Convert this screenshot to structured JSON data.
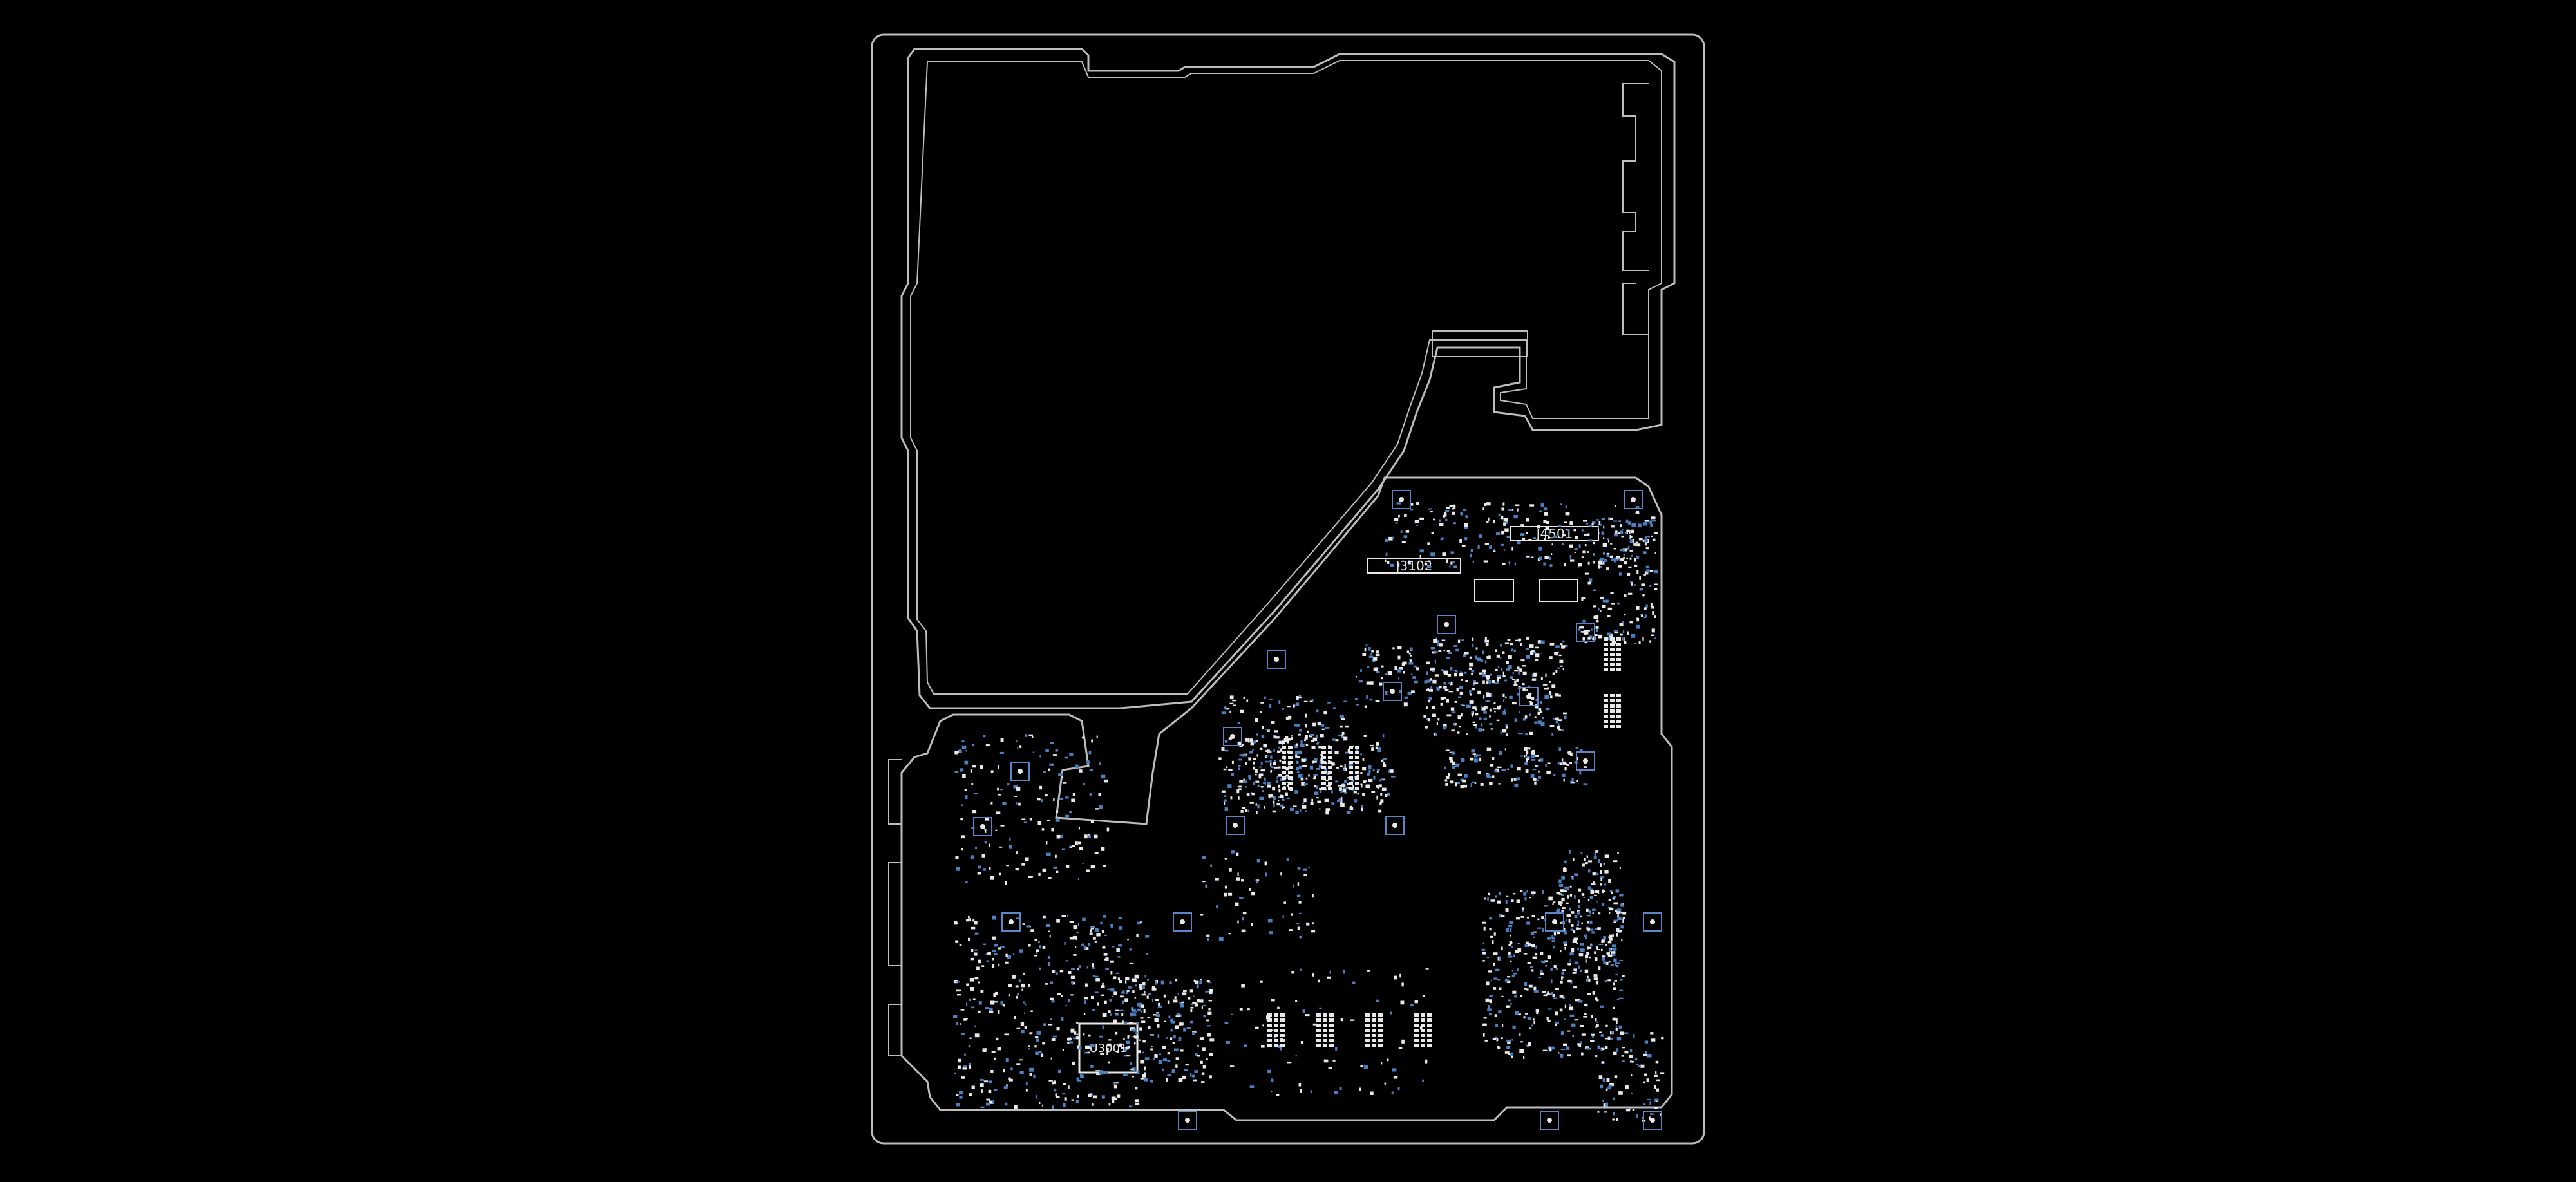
{
  "colors": {
    "background": "#000000",
    "outline": "#bdbdbd",
    "pad_white": "#e8e8e8",
    "pad_blue": "#4a7fc0",
    "via_frame": "#5b86c8",
    "label_text": "#e6e6e6"
  },
  "labels": {
    "connector_j4501": "J4501",
    "connector_j3102": "J3102",
    "chip_u3001": "U3001"
  }
}
